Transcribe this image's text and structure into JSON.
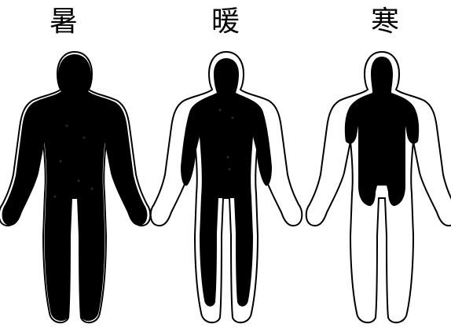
{
  "panels": [
    {
      "label": "暑",
      "core_extent": "whole-body"
    },
    {
      "label": "暖",
      "core_extent": "torso-head-legs"
    },
    {
      "label": "寒",
      "core_extent": "torso-head"
    }
  ],
  "colors": {
    "core": "#000000",
    "shell": "#ffffff",
    "outline": "#000000"
  }
}
